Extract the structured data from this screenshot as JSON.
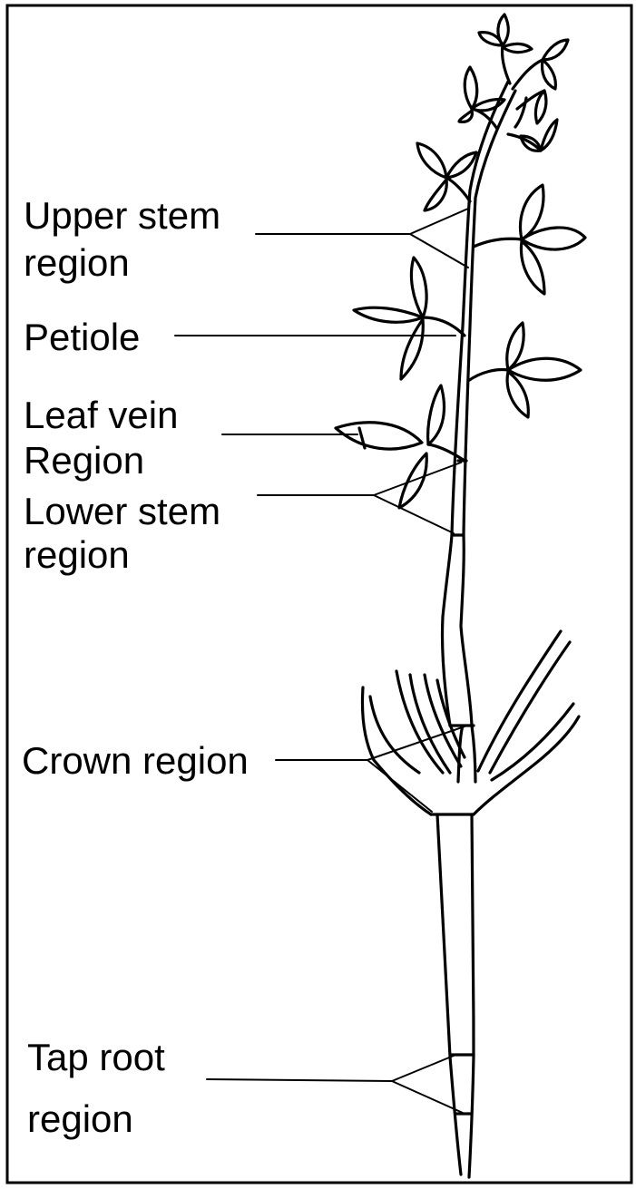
{
  "labels": {
    "upper_stem": {
      "line1": "Upper stem",
      "line2": "region"
    },
    "petiole": {
      "line1": "Petiole"
    },
    "leaf_vein": {
      "line1": "Leaf vein",
      "line2": "Region"
    },
    "lower_stem": {
      "line1": "Lower stem",
      "line2": "region"
    },
    "crown": {
      "line1": "Crown region"
    },
    "tap_root": {
      "line1": "Tap root",
      "line2": "region"
    }
  }
}
